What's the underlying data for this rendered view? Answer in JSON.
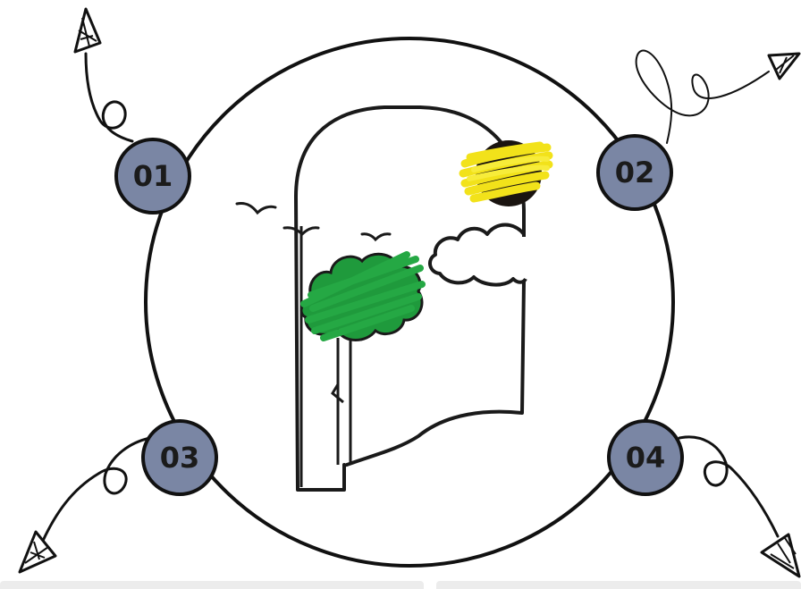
{
  "steps": [
    {
      "number": "01"
    },
    {
      "number": "02"
    },
    {
      "number": "03"
    },
    {
      "number": "04"
    }
  ],
  "colors": {
    "badge_fill": "#7a86a4",
    "stroke": "#111111",
    "sun_fill": "#f2e21a",
    "tree_fill": "#1f9a3c",
    "background": "#ffffff",
    "footer_bar": "#ececec"
  },
  "icons": [
    "arrow-cursor-icon",
    "window-arch-icon",
    "sun-icon",
    "tree-icon",
    "cloud-icon",
    "bird-icon"
  ]
}
